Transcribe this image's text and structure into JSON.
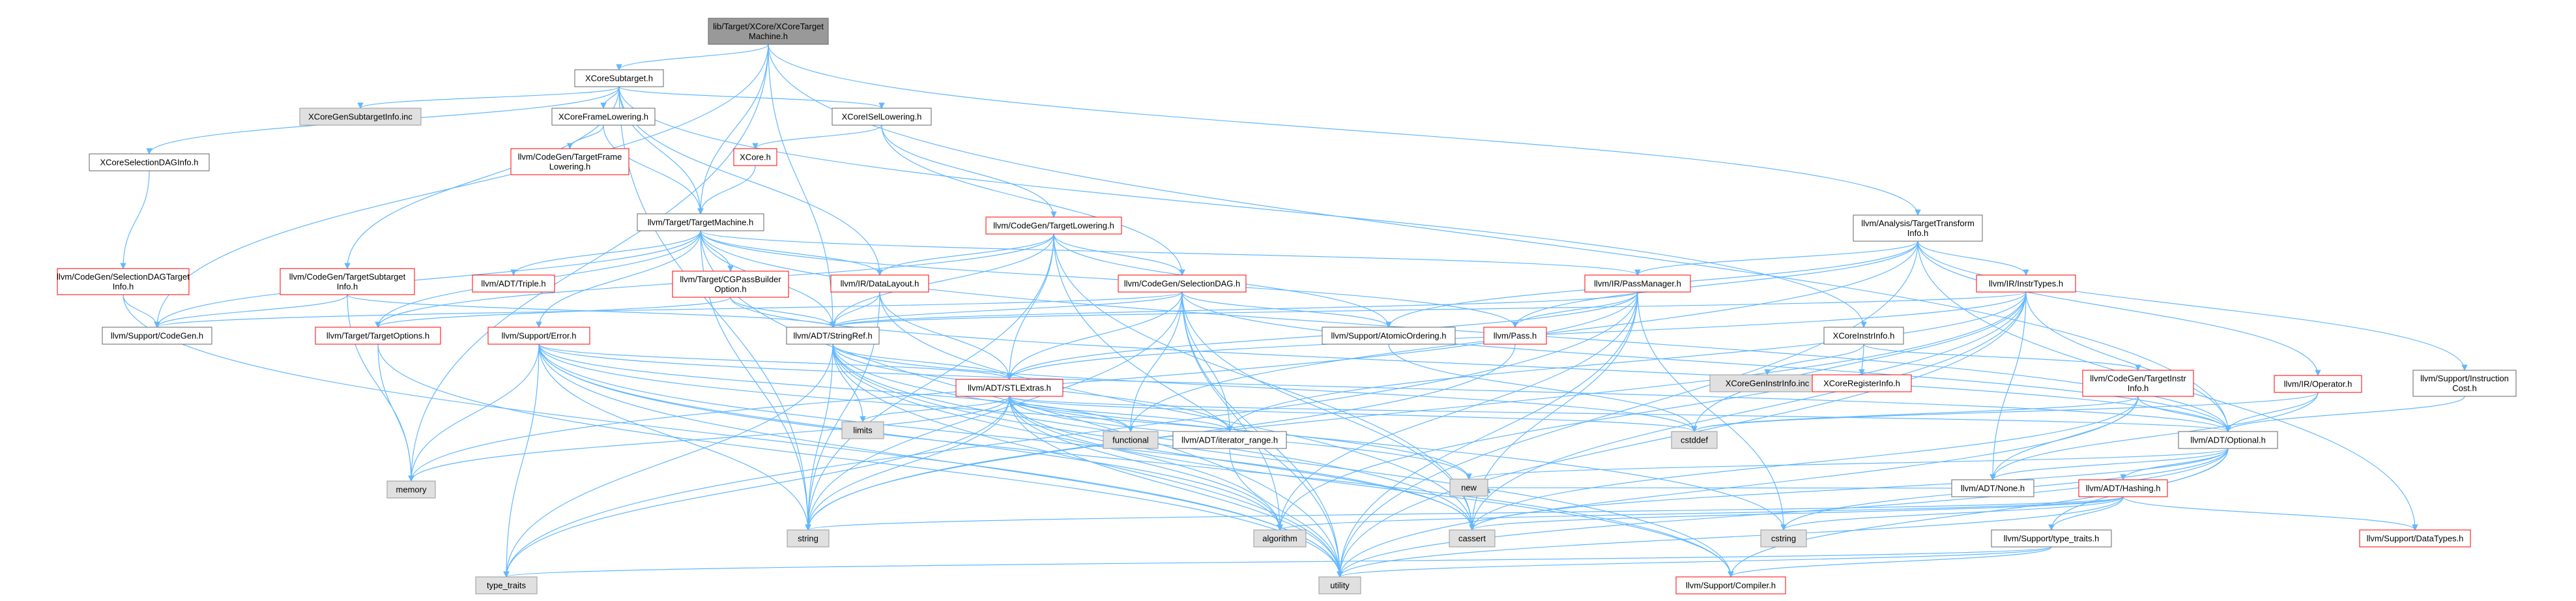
{
  "graph": {
    "colors": {
      "root_fill": "#999999",
      "external_fill": "#e0e0e0",
      "border_normal": "#666666",
      "border_incomplete": "#ff0000",
      "border_external": "#999999",
      "edge": "#63b8ff",
      "text": "#000000"
    },
    "nodes": [
      {
        "id": "root",
        "lines": [
          "lib/Target/XCore/XCoreTarget",
          "Machine.h"
        ],
        "kind": "root"
      },
      {
        "id": "xcore_subtarget",
        "lines": [
          "XCoreSubtarget.h"
        ],
        "kind": "normal"
      },
      {
        "id": "xcore_isel_lowering",
        "lines": [
          "XCoreISelLowering.h"
        ],
        "kind": "normal"
      },
      {
        "id": "xcore_frame_lowering",
        "lines": [
          "XCoreFrameLowering.h"
        ],
        "kind": "normal"
      },
      {
        "id": "xcore_gen_subtarget_info",
        "lines": [
          "XCoreGenSubtargetInfo.inc"
        ],
        "kind": "external"
      },
      {
        "id": "xcore_selection_dag_info",
        "lines": [
          "XCoreSelectionDAGInfo.h"
        ],
        "kind": "normal"
      },
      {
        "id": "cg_target_frame_lowering",
        "lines": [
          "llvm/CodeGen/TargetFrame",
          "Lowering.h"
        ],
        "kind": "incomplete"
      },
      {
        "id": "xcore_h",
        "lines": [
          "XCore.h"
        ],
        "kind": "incomplete"
      },
      {
        "id": "target_machine",
        "lines": [
          "llvm/Target/TargetMachine.h"
        ],
        "kind": "normal"
      },
      {
        "id": "cg_target_lowering",
        "lines": [
          "llvm/CodeGen/TargetLowering.h"
        ],
        "kind": "incomplete"
      },
      {
        "id": "analysis_tti",
        "lines": [
          "llvm/Analysis/TargetTransform",
          "Info.h"
        ],
        "kind": "normal"
      },
      {
        "id": "cg_sel_dag_target_info",
        "lines": [
          "llvm/CodeGen/SelectionDAGTarget",
          "Info.h"
        ],
        "kind": "incomplete"
      },
      {
        "id": "cg_target_subtarget_info",
        "lines": [
          "llvm/CodeGen/TargetSubtarget",
          "Info.h"
        ],
        "kind": "incomplete"
      },
      {
        "id": "adt_triple",
        "lines": [
          "llvm/ADT/Triple.h"
        ],
        "kind": "incomplete"
      },
      {
        "id": "target_cg_pass_builder",
        "lines": [
          "llvm/Target/CGPassBuilder",
          "Option.h"
        ],
        "kind": "incomplete"
      },
      {
        "id": "ir_datalayout",
        "lines": [
          "llvm/IR/DataLayout.h"
        ],
        "kind": "incomplete"
      },
      {
        "id": "cg_selection_dag",
        "lines": [
          "llvm/CodeGen/SelectionDAG.h"
        ],
        "kind": "incomplete"
      },
      {
        "id": "ir_pass_manager",
        "lines": [
          "llvm/IR/PassManager.h"
        ],
        "kind": "incomplete"
      },
      {
        "id": "ir_instr_types",
        "lines": [
          "llvm/IR/InstrTypes.h"
        ],
        "kind": "incomplete"
      },
      {
        "id": "support_codegen",
        "lines": [
          "llvm/Support/CodeGen.h"
        ],
        "kind": "normal"
      },
      {
        "id": "target_target_options",
        "lines": [
          "llvm/Target/TargetOptions.h"
        ],
        "kind": "incomplete"
      },
      {
        "id": "support_error",
        "lines": [
          "llvm/Support/Error.h"
        ],
        "kind": "incomplete"
      },
      {
        "id": "adt_stringref",
        "lines": [
          "llvm/ADT/StringRef.h"
        ],
        "kind": "normal"
      },
      {
        "id": "support_atomic_ordering",
        "lines": [
          "llvm/Support/AtomicOrdering.h"
        ],
        "kind": "normal"
      },
      {
        "id": "pass_h",
        "lines": [
          "llvm/Pass.h"
        ],
        "kind": "incomplete"
      },
      {
        "id": "xcore_instr_info",
        "lines": [
          "XCoreInstrInfo.h"
        ],
        "kind": "normal"
      },
      {
        "id": "xcore_gen_instr_info",
        "lines": [
          "XCoreGenInstrInfo.inc"
        ],
        "kind": "external"
      },
      {
        "id": "xcore_register_info",
        "lines": [
          "XCoreRegisterInfo.h"
        ],
        "kind": "incomplete"
      },
      {
        "id": "cg_target_instr_info",
        "lines": [
          "llvm/CodeGen/TargetInstr",
          "Info.h"
        ],
        "kind": "incomplete"
      },
      {
        "id": "ir_operator",
        "lines": [
          "llvm/IR/Operator.h"
        ],
        "kind": "incomplete"
      },
      {
        "id": "support_instruction_cost",
        "lines": [
          "llvm/Support/Instruction",
          "Cost.h"
        ],
        "kind": "normal"
      },
      {
        "id": "adt_stl_extras",
        "lines": [
          "llvm/ADT/STLExtras.h"
        ],
        "kind": "incomplete"
      },
      {
        "id": "limits",
        "lines": [
          "limits"
        ],
        "kind": "external"
      },
      {
        "id": "functional",
        "lines": [
          "functional"
        ],
        "kind": "external"
      },
      {
        "id": "adt_iterator_range",
        "lines": [
          "llvm/ADT/iterator_range.h"
        ],
        "kind": "normal"
      },
      {
        "id": "cstddef",
        "lines": [
          "cstddef"
        ],
        "kind": "external"
      },
      {
        "id": "adt_optional",
        "lines": [
          "llvm/ADT/Optional.h"
        ],
        "kind": "normal"
      },
      {
        "id": "memory",
        "lines": [
          "memory"
        ],
        "kind": "external"
      },
      {
        "id": "new",
        "lines": [
          "new"
        ],
        "kind": "external"
      },
      {
        "id": "adt_none",
        "lines": [
          "llvm/ADT/None.h"
        ],
        "kind": "normal"
      },
      {
        "id": "adt_hashing",
        "lines": [
          "llvm/ADT/Hashing.h"
        ],
        "kind": "incomplete"
      },
      {
        "id": "string",
        "lines": [
          "string"
        ],
        "kind": "external"
      },
      {
        "id": "algorithm",
        "lines": [
          "algorithm"
        ],
        "kind": "external"
      },
      {
        "id": "cassert",
        "lines": [
          "cassert"
        ],
        "kind": "external"
      },
      {
        "id": "cstring",
        "lines": [
          "cstring"
        ],
        "kind": "external"
      },
      {
        "id": "support_type_traits",
        "lines": [
          "llvm/Support/type_traits.h"
        ],
        "kind": "normal"
      },
      {
        "id": "support_datatypes",
        "lines": [
          "llvm/Support/DataTypes.h"
        ],
        "kind": "incomplete"
      },
      {
        "id": "type_traits",
        "lines": [
          "type_traits"
        ],
        "kind": "external"
      },
      {
        "id": "utility",
        "lines": [
          "utility"
        ],
        "kind": "external"
      },
      {
        "id": "support_compiler",
        "lines": [
          "llvm/Support/Compiler.h"
        ],
        "kind": "incomplete"
      }
    ],
    "edges": [
      [
        "root",
        "xcore_subtarget"
      ],
      [
        "root",
        "target_machine"
      ],
      [
        "root",
        "analysis_tti"
      ],
      [
        "root",
        "support_codegen"
      ],
      [
        "root",
        "adt_stringref"
      ],
      [
        "root",
        "adt_optional"
      ],
      [
        "root",
        "memory"
      ],
      [
        "xcore_subtarget",
        "xcore_gen_subtarget_info"
      ],
      [
        "xcore_subtarget",
        "xcore_frame_lowering"
      ],
      [
        "xcore_subtarget",
        "xcore_isel_lowering"
      ],
      [
        "xcore_subtarget",
        "xcore_selection_dag_info"
      ],
      [
        "xcore_subtarget",
        "xcore_instr_info"
      ],
      [
        "xcore_subtarget",
        "cg_target_subtarget_info"
      ],
      [
        "xcore_subtarget",
        "ir_datalayout"
      ],
      [
        "xcore_subtarget",
        "target_machine"
      ],
      [
        "xcore_subtarget",
        "string"
      ],
      [
        "xcore_frame_lowering",
        "cg_target_frame_lowering"
      ],
      [
        "xcore_frame_lowering",
        "target_machine"
      ],
      [
        "xcore_isel_lowering",
        "xcore_h"
      ],
      [
        "xcore_isel_lowering",
        "cg_target_lowering"
      ],
      [
        "xcore_isel_lowering",
        "cg_selection_dag"
      ],
      [
        "xcore_h",
        "target_machine"
      ],
      [
        "xcore_selection_dag_info",
        "cg_sel_dag_target_info"
      ],
      [
        "cg_sel_dag_target_info",
        "support_codegen"
      ],
      [
        "cg_sel_dag_target_info",
        "utility"
      ],
      [
        "cg_target_subtarget_info",
        "support_codegen"
      ],
      [
        "cg_target_subtarget_info",
        "adt_stringref"
      ],
      [
        "cg_target_subtarget_info",
        "memory"
      ],
      [
        "target_machine",
        "adt_triple"
      ],
      [
        "target_machine",
        "ir_datalayout"
      ],
      [
        "target_machine",
        "ir_pass_manager"
      ],
      [
        "target_machine",
        "support_codegen"
      ],
      [
        "target_machine",
        "support_error"
      ],
      [
        "target_machine",
        "target_cg_pass_builder"
      ],
      [
        "target_machine",
        "target_target_options"
      ],
      [
        "target_machine",
        "adt_optional"
      ],
      [
        "target_machine",
        "adt_stringref"
      ],
      [
        "target_machine",
        "string"
      ],
      [
        "target_machine",
        "utility"
      ],
      [
        "target_machine",
        "pass_h"
      ],
      [
        "target_cg_pass_builder",
        "adt_stringref"
      ],
      [
        "target_cg_pass_builder",
        "adt_optional"
      ],
      [
        "target_cg_pass_builder",
        "target_target_options"
      ],
      [
        "ir_datalayout",
        "adt_stringref"
      ],
      [
        "ir_datalayout",
        "adt_stl_extras"
      ],
      [
        "ir_datalayout",
        "string"
      ],
      [
        "ir_datalayout",
        "cassert"
      ],
      [
        "cg_target_lowering",
        "cg_selection_dag"
      ],
      [
        "cg_target_lowering",
        "ir_datalayout"
      ],
      [
        "cg_target_lowering",
        "adt_stringref"
      ],
      [
        "cg_target_lowering",
        "adt_stl_extras"
      ],
      [
        "cg_target_lowering",
        "support_atomic_ordering"
      ],
      [
        "cg_target_lowering",
        "cassert"
      ],
      [
        "cg_target_lowering",
        "string"
      ],
      [
        "cg_target_lowering",
        "utility"
      ],
      [
        "cg_target_lowering",
        "target_target_options"
      ],
      [
        "cg_selection_dag",
        "adt_stringref"
      ],
      [
        "cg_selection_dag",
        "adt_stl_extras"
      ],
      [
        "cg_selection_dag",
        "adt_iterator_range"
      ],
      [
        "cg_selection_dag",
        "support_atomic_ordering"
      ],
      [
        "cg_selection_dag",
        "support_codegen"
      ],
      [
        "cg_selection_dag",
        "algorithm"
      ],
      [
        "cg_selection_dag",
        "cassert"
      ],
      [
        "cg_selection_dag",
        "cstdint_dummy"
      ],
      [
        "cg_selection_dag",
        "functional"
      ],
      [
        "cg_selection_dag",
        "string"
      ],
      [
        "cg_selection_dag",
        "utility"
      ],
      [
        "cg_selection_dag",
        "adt_optional"
      ],
      [
        "analysis_tti",
        "ir_pass_manager"
      ],
      [
        "analysis_tti",
        "ir_instr_types"
      ],
      [
        "analysis_tti",
        "ir_operator"
      ],
      [
        "analysis_tti",
        "pass_h"
      ],
      [
        "analysis_tti",
        "support_atomic_ordering"
      ],
      [
        "analysis_tti",
        "support_datatypes"
      ],
      [
        "analysis_tti",
        "support_instruction_cost"
      ],
      [
        "analysis_tti",
        "functional"
      ],
      [
        "analysis_tti",
        "utility"
      ],
      [
        "ir_pass_manager",
        "adt_stringref"
      ],
      [
        "ir_pass_manager",
        "adt_stl_extras"
      ],
      [
        "ir_pass_manager",
        "pass_h"
      ],
      [
        "ir_pass_manager",
        "algorithm"
      ],
      [
        "ir_pass_manager",
        "cassert"
      ],
      [
        "ir_pass_manager",
        "cstring"
      ],
      [
        "ir_pass_manager",
        "memory"
      ],
      [
        "ir_pass_manager",
        "utility"
      ],
      [
        "ir_pass_manager",
        "type_traits"
      ],
      [
        "ir_instr_types",
        "adt_stringref"
      ],
      [
        "ir_instr_types",
        "adt_stl_extras"
      ],
      [
        "ir_instr_types",
        "adt_optional"
      ],
      [
        "ir_instr_types",
        "adt_iterator_range"
      ],
      [
        "ir_instr_types",
        "adt_none"
      ],
      [
        "ir_instr_types",
        "algorithm"
      ],
      [
        "ir_instr_types",
        "cassert"
      ],
      [
        "ir_instr_types",
        "cstddef"
      ],
      [
        "ir_instr_types",
        "string"
      ],
      [
        "ir_instr_types",
        "utility"
      ],
      [
        "ir_operator",
        "adt_none"
      ],
      [
        "ir_operator",
        "adt_optional"
      ],
      [
        "ir_operator",
        "cstddef"
      ],
      [
        "support_instruction_cost",
        "adt_optional"
      ],
      [
        "xcore_instr_info",
        "xcore_gen_instr_info"
      ],
      [
        "xcore_instr_info",
        "xcore_register_info"
      ],
      [
        "xcore_instr_info",
        "cg_target_instr_info"
      ],
      [
        "cg_target_instr_info",
        "adt_none"
      ],
      [
        "cg_target_instr_info",
        "adt_optional"
      ],
      [
        "cg_target_instr_info",
        "cassert"
      ],
      [
        "cg_target_instr_info",
        "cstddef"
      ],
      [
        "cg_target_instr_info",
        "utility"
      ],
      [
        "support_error",
        "adt_stl_extras"
      ],
      [
        "support_error",
        "support_compiler"
      ],
      [
        "support_error",
        "algorithm"
      ],
      [
        "support_error",
        "cassert"
      ],
      [
        "support_error",
        "cstdint_dummy2"
      ],
      [
        "support_error",
        "functional"
      ],
      [
        "support_error",
        "memory"
      ],
      [
        "support_error",
        "new"
      ],
      [
        "support_error",
        "string"
      ],
      [
        "support_error",
        "type_traits"
      ],
      [
        "support_error",
        "utility"
      ],
      [
        "support_error",
        "adt_optional"
      ],
      [
        "target_target_options",
        "memory"
      ],
      [
        "target_target_options",
        "utility"
      ],
      [
        "adt_stringref",
        "adt_stl_extras"
      ],
      [
        "adt_stringref",
        "adt_iterator_range"
      ],
      [
        "adt_stringref",
        "support_compiler"
      ],
      [
        "adt_stringref",
        "algorithm"
      ],
      [
        "adt_stringref",
        "cassert"
      ],
      [
        "adt_stringref",
        "cstddef"
      ],
      [
        "adt_stringref",
        "cstring"
      ],
      [
        "adt_stringref",
        "limits"
      ],
      [
        "adt_stringref",
        "string"
      ],
      [
        "adt_stringref",
        "type_traits"
      ],
      [
        "adt_stringref",
        "utility"
      ],
      [
        "support_atomic_ordering",
        "cstddef"
      ],
      [
        "pass_h",
        "string"
      ],
      [
        "adt_stl_extras",
        "adt_optional"
      ],
      [
        "adt_stl_extras",
        "adt_iterator_range"
      ],
      [
        "adt_stl_extras",
        "functional"
      ],
      [
        "adt_stl_extras",
        "limits"
      ],
      [
        "adt_stl_extras",
        "memory"
      ],
      [
        "adt_stl_extras",
        "algorithm"
      ],
      [
        "adt_stl_extras",
        "cassert"
      ],
      [
        "adt_stl_extras",
        "cstddef"
      ],
      [
        "adt_stl_extras",
        "new"
      ],
      [
        "adt_stl_extras",
        "string"
      ],
      [
        "adt_stl_extras",
        "type_traits"
      ],
      [
        "adt_stl_extras",
        "utility"
      ],
      [
        "adt_stl_extras",
        "support_compiler"
      ],
      [
        "adt_iterator_range",
        "utility"
      ],
      [
        "adt_optional",
        "adt_hashing"
      ],
      [
        "adt_optional",
        "adt_none"
      ],
      [
        "adt_optional",
        "support_compiler"
      ],
      [
        "adt_optional",
        "support_type_traits"
      ],
      [
        "adt_optional",
        "cassert"
      ],
      [
        "adt_optional",
        "cstring"
      ],
      [
        "adt_optional",
        "new"
      ],
      [
        "adt_optional",
        "utility"
      ],
      [
        "adt_hashing",
        "support_datatypes"
      ],
      [
        "adt_hashing",
        "support_type_traits"
      ],
      [
        "adt_hashing",
        "algorithm"
      ],
      [
        "adt_hashing",
        "cassert"
      ],
      [
        "adt_hashing",
        "cstring"
      ],
      [
        "adt_hashing",
        "string"
      ],
      [
        "adt_hashing",
        "utility"
      ],
      [
        "support_type_traits",
        "support_compiler"
      ],
      [
        "support_type_traits",
        "type_traits"
      ],
      [
        "support_type_traits",
        "utility"
      ],
      [
        "adt_none",
        "new"
      ]
    ]
  }
}
